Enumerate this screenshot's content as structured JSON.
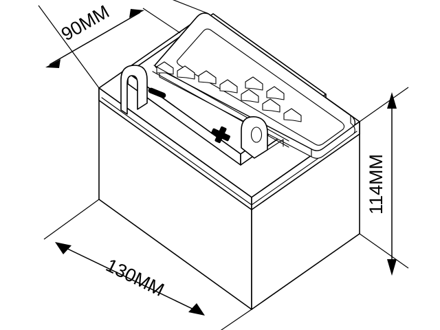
{
  "drawing": {
    "subject": "battery-isometric-technical-drawing",
    "background_color": "#ffffff",
    "line_color": "#000000",
    "projection": "isometric"
  },
  "dimensions": {
    "depth": {
      "label": "90MM",
      "value": 90,
      "unit": "MM",
      "position": "upper-left",
      "axis": "depth",
      "icon": "dimension-arrow-icon"
    },
    "height": {
      "label": "114MM",
      "value": 114,
      "unit": "MM",
      "position": "right",
      "axis": "height",
      "icon": "dimension-arrow-icon"
    },
    "width": {
      "label": "130MM",
      "value": 130,
      "unit": "MM",
      "position": "bottom-left",
      "axis": "width",
      "icon": "dimension-arrow-icon"
    }
  },
  "battery": {
    "terminals": [
      {
        "name": "negative-terminal",
        "polarity": "-",
        "marking": "minus-marking",
        "position": "left"
      },
      {
        "name": "positive-terminal",
        "polarity": "+",
        "marking": "plus-marking",
        "position": "right"
      }
    ],
    "vent_caps": {
      "name": "vent-cap-strip",
      "count": 9
    },
    "lid": {
      "name": "carry-handle-lid"
    }
  }
}
